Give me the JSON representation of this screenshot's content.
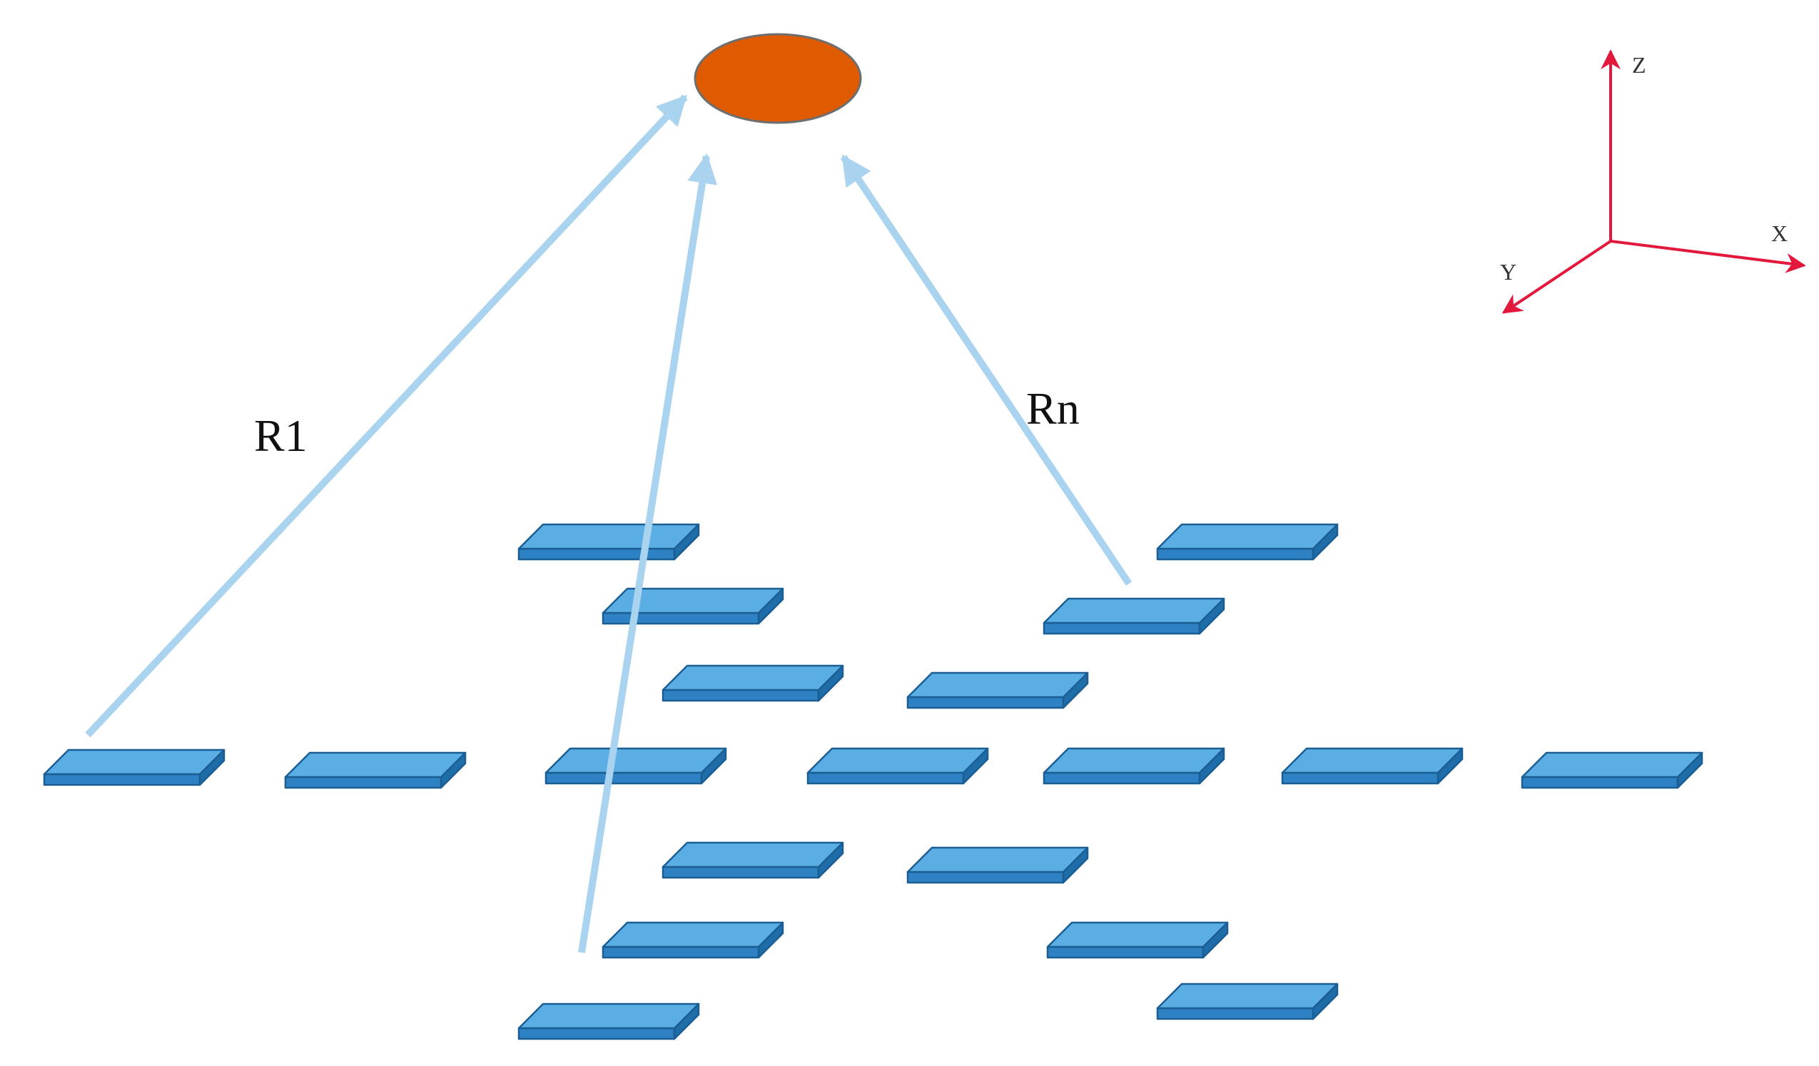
{
  "labels": {
    "ray_first": "R1",
    "ray_last": "Rn"
  },
  "axes": {
    "x": "X",
    "y": "Y",
    "z": "Z"
  },
  "elements": {
    "target": "ellipse",
    "sensors": "plates",
    "rays": 3
  },
  "colors": {
    "target_fill": "#E05A00",
    "target_stroke": "#6E6E6E",
    "plate_top": "#5AAEE4",
    "plate_front": "#2E82C4",
    "plate_side": "#1E6CA8",
    "plate_edge": "#1A5E94",
    "ray": "#A9D3EE",
    "axes": "#E3183D"
  }
}
